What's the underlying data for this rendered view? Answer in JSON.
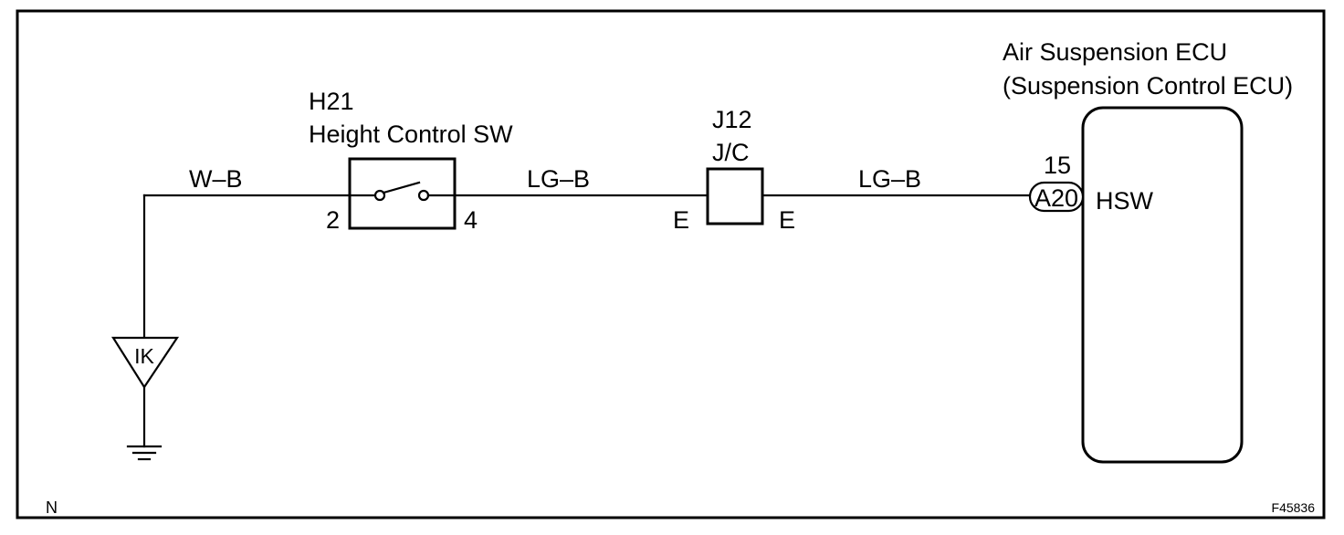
{
  "switch": {
    "code": "H21",
    "name": "Height Control SW",
    "pin_left": "2",
    "pin_right": "4"
  },
  "junction": {
    "code": "J12",
    "name": "J/C",
    "pin_left": "E",
    "pin_right": "E"
  },
  "ecu": {
    "name": "Air Suspension ECU",
    "alt_name": "(Suspension Control ECU)",
    "pin_number": "15",
    "connector": "A20",
    "terminal": "HSW"
  },
  "wires": {
    "ground_to_switch": "W–B",
    "switch_to_junction": "LG–B",
    "junction_to_ecu": "LG–B"
  },
  "ground": {
    "connector": "IK"
  },
  "footer": {
    "corner_mark": "N",
    "figure_code": "F45836"
  }
}
